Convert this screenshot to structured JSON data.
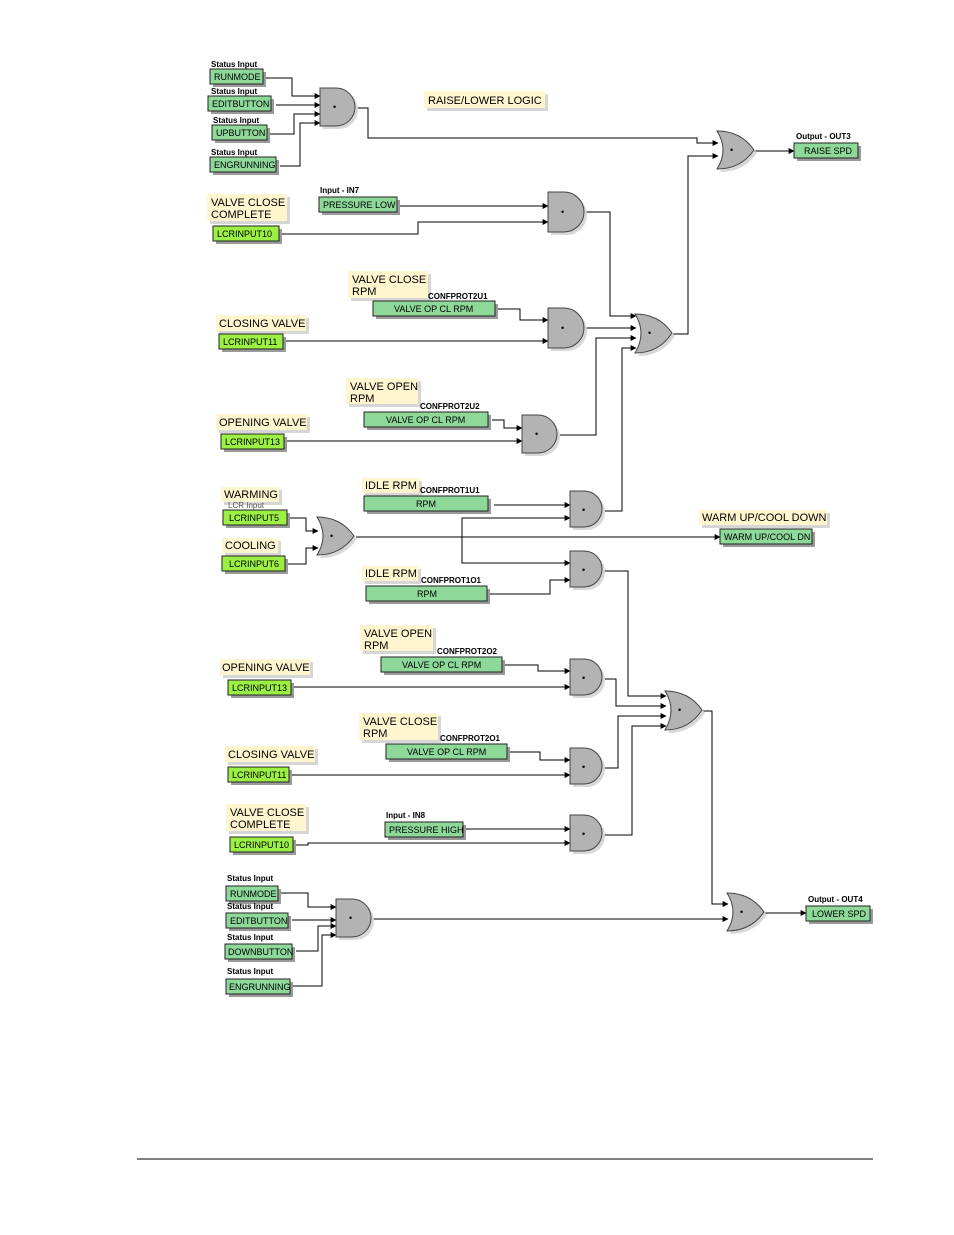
{
  "diagram_title": "RAISE/LOWER LOGIC",
  "header_labels": {
    "status_input": "Status Input",
    "input_in7": "Input - IN7",
    "input_in8": "Input - IN8",
    "output_out3": "Output - OUT3",
    "output_out4": "Output - OUT4",
    "confprot2u1": "CONFPROT2U1",
    "confprot2u2": "CONFPROT2U2",
    "confprot1u1": "CONFPROT1U1",
    "confprot1o1": "CONFPROT1O1",
    "confprot2o2": "CONFPROT2O2",
    "confprot2o1": "CONFPROT2O1",
    "lcr_input": "LCR Input",
    "status_input_cut": "Status Input - "
  },
  "notes": {
    "valve_close_complete": [
      "VALVE CLOSE",
      "COMPLETE"
    ],
    "valve_close_rpm": [
      "VALVE CLOSE",
      "RPM"
    ],
    "closing_valve": "CLOSING VALVE",
    "valve_open_rpm": [
      "VALVE OPEN",
      "RPM"
    ],
    "opening_valve": "OPENING VALVE",
    "idle_rpm": "IDLE RPM",
    "warming": "WARMING",
    "cooling": "COOLING",
    "warm_up_cool_down": "WARM UP/COOL DOWN"
  },
  "boxes": {
    "runmode": "RUNMODE",
    "editbutton": "EDITBUTTON",
    "upbutton": "UPBUTTON",
    "downbutton": "DOWNBUTTON",
    "engrunning": "ENGRUNNING",
    "pressure_low": "PRESSURE LOW",
    "pressure_high": "PRESSURE HIGH",
    "lcrinput10": "LCRINPUT10",
    "lcrinput11": "LCRINPUT11",
    "lcrinput13": "LCRINPUT13",
    "lcrinput5": "LCRINPUT5",
    "lcrinput6": "LCRINPUT6",
    "valve_op_cl_rpm": "VALVE OP CL RPM",
    "rpm": "RPM",
    "raise_spd": "RAISE SPD",
    "lower_spd": "LOWER SPD",
    "warm_up_cool_dn": "WARM UP/COOL DN"
  },
  "gate_symbol": "•"
}
